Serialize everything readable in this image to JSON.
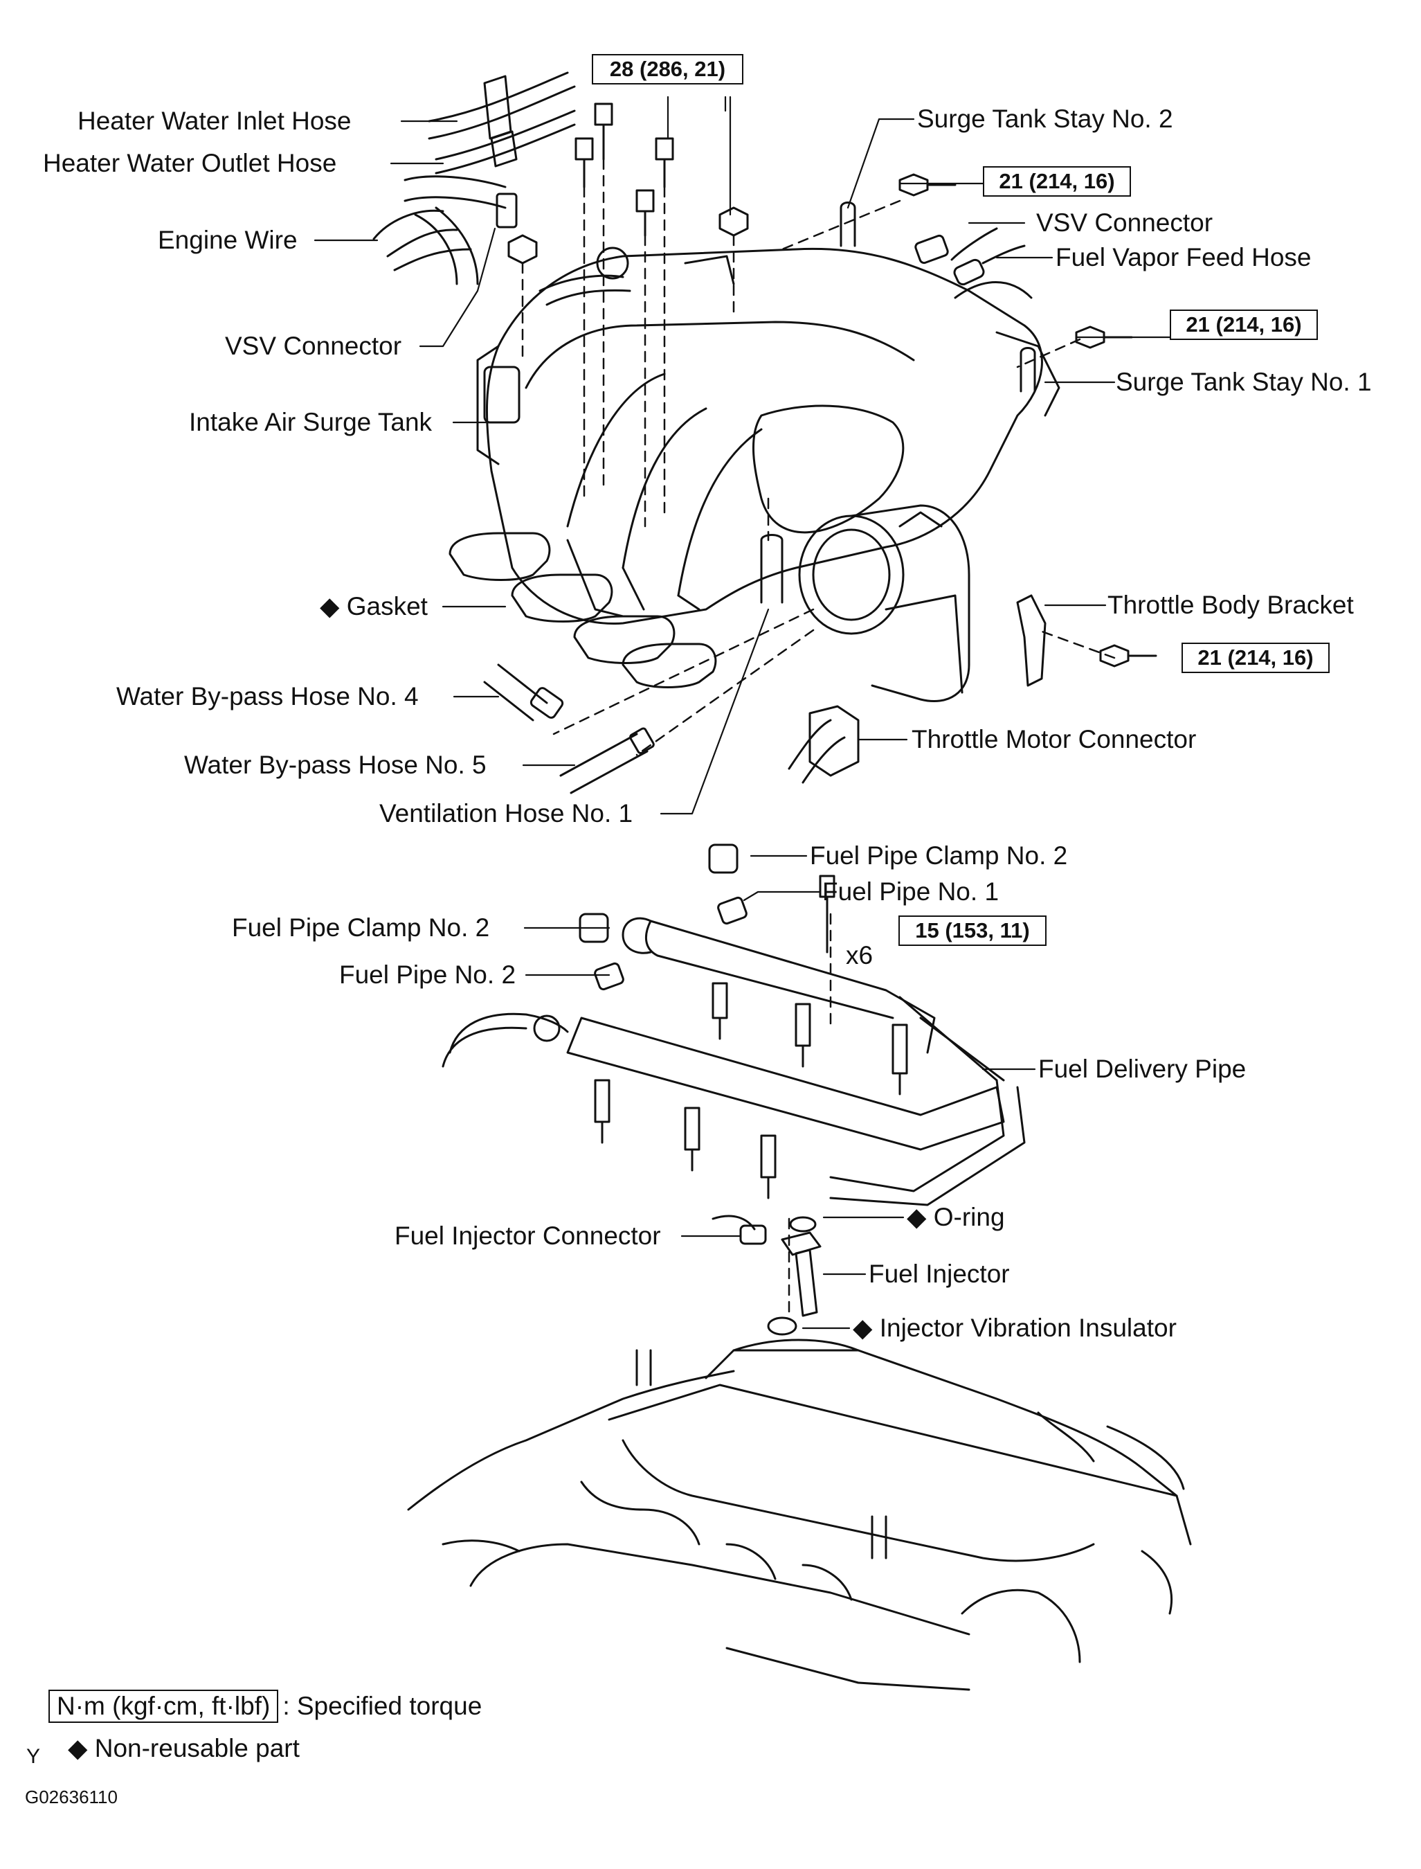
{
  "labels": {
    "heater_water_inlet_hose": "Heater Water Inlet Hose",
    "heater_water_outlet_hose": "Heater Water Outlet Hose",
    "engine_wire": "Engine Wire",
    "vsv_connector_left": "VSV Connector",
    "intake_air_surge_tank": "Intake Air Surge Tank",
    "gasket": "◆ Gasket",
    "water_bypass_hose_4": "Water By-pass Hose No. 4",
    "water_bypass_hose_5": "Water By-pass Hose No. 5",
    "ventilation_hose_1": "Ventilation Hose No. 1",
    "surge_tank_stay_2": "Surge Tank Stay No. 2",
    "vsv_connector_right": "VSV Connector",
    "fuel_vapor_feed_hose": "Fuel Vapor Feed Hose",
    "surge_tank_stay_1": "Surge Tank Stay No. 1",
    "throttle_body_bracket": "Throttle Body Bracket",
    "throttle_motor_connector": "Throttle Motor Connector",
    "fuel_pipe_clamp_2_right": "Fuel Pipe Clamp No. 2",
    "fuel_pipe_1": "Fuel Pipe No. 1",
    "fuel_pipe_clamp_2_left": "Fuel Pipe Clamp No. 2",
    "fuel_pipe_2": "Fuel Pipe No. 2",
    "x6": "x6",
    "fuel_delivery_pipe": "Fuel Delivery Pipe",
    "o_ring": "◆ O-ring",
    "fuel_injector_connector": "Fuel Injector Connector",
    "fuel_injector": "Fuel Injector",
    "injector_vibration_insulator": "◆ Injector Vibration Insulator"
  },
  "torques": {
    "t28": "28 (286, 21)",
    "t21_stay2": "21 (214, 16)",
    "t21_stay1": "21 (214, 16)",
    "t21_bracket": "21 (214, 16)",
    "t15": "15 (153, 11)"
  },
  "legend": {
    "torque_unit": "N·m (kgf·cm, ft·lbf)",
    "torque_text": ": Specified torque",
    "nonreusable": "◆ Non-reusable part"
  },
  "footer": {
    "y_mark": "Y",
    "figure_id": "G02636110"
  }
}
